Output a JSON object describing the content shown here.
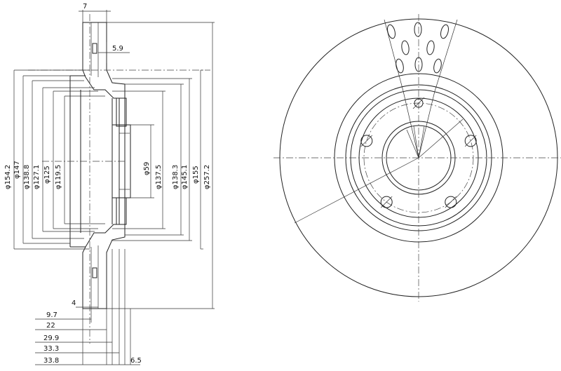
{
  "section_view": {
    "top_dims": [
      "7",
      "5.9"
    ],
    "vertical_dims_left": [
      "φ154.2",
      "φ147",
      "φ138.8",
      "φ127.1",
      "φ125",
      "φ119.5"
    ],
    "vertical_dims_center": [
      "φ59",
      "φ137.5"
    ],
    "vertical_dims_right": [
      "φ138.3",
      "φ145.1",
      "φ155",
      "φ257.2"
    ],
    "bottom_dims": [
      "4",
      "9.7",
      "22",
      "29.9",
      "33.3",
      "33.8",
      "6.5"
    ]
  },
  "front_view": {
    "holes": 5,
    "vent_slots": 8
  }
}
